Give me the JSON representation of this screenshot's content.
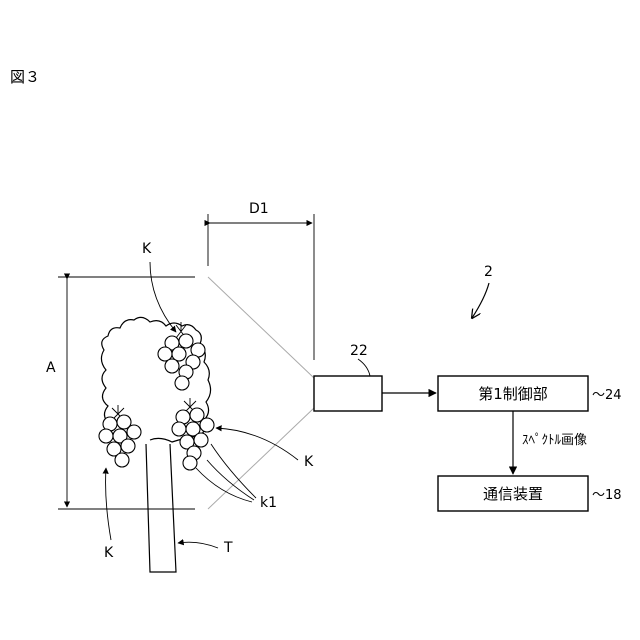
{
  "figure": {
    "title": "図３",
    "system_ref": "2",
    "dimension_width_label": "D1",
    "dimension_height_label": "A"
  },
  "labels": {
    "grape_cluster_top": "K",
    "grape_cluster_right": "K",
    "grape_cluster_left": "K",
    "grape_berry": "k1",
    "trunk": "T"
  },
  "blocks": {
    "camera": {
      "ref": "22"
    },
    "controller": {
      "label": "第1制御部",
      "ref": "～24"
    },
    "comm": {
      "label": "通信装置",
      "ref": "～18"
    }
  },
  "signals": {
    "spectral_image": "ｽﾍﾟｸﾄﾙ画像"
  }
}
